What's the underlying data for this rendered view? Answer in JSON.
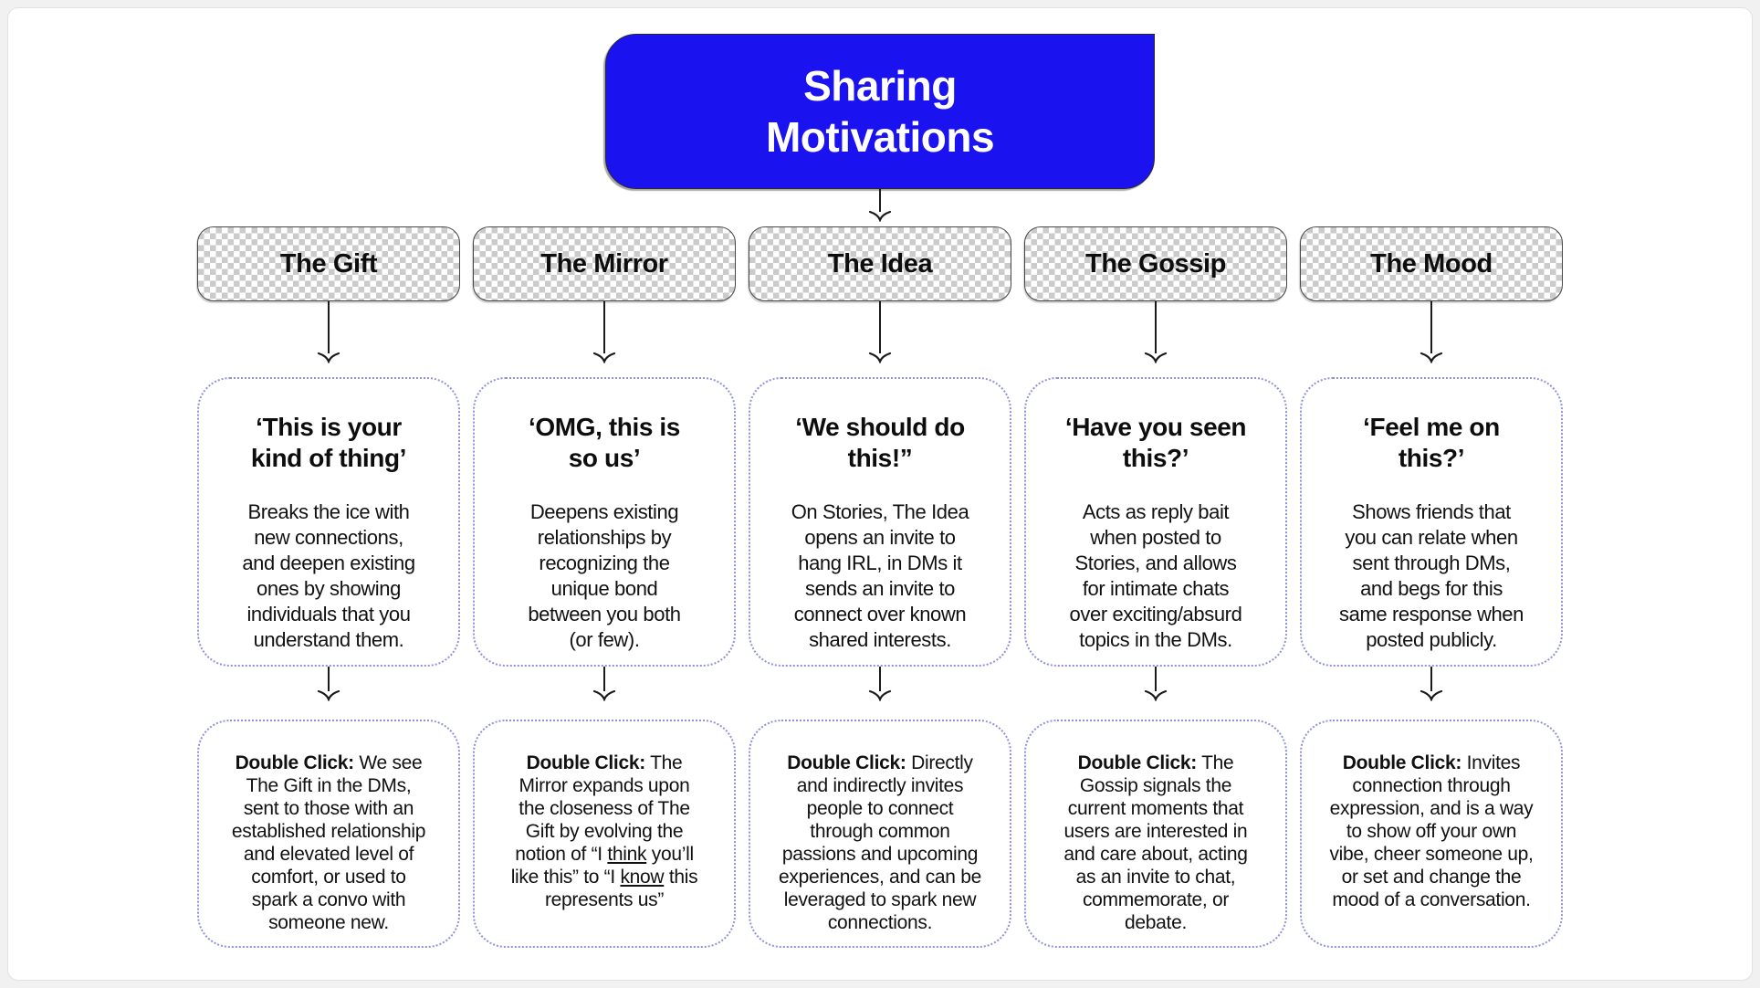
{
  "page": {
    "background": "#f1f1f1",
    "canvas_background": "#ffffff",
    "accent_blue": "#1b12f0",
    "dotted_border_color": "#9090db",
    "checker_color": "#cbcbcb",
    "arrow_color": "#1a1a1a"
  },
  "title": {
    "text": "Sharing\nMotivations"
  },
  "columns": [
    {
      "header": "The Gift",
      "quote_title": "‘This is your\nkind of thing’",
      "quote_body": "Breaks the ice with\nnew connections,\nand deepen existing\nones by showing\nindividuals that you\nunderstand them.",
      "detail": [
        {
          "t": "Double Click:",
          "b": true
        },
        {
          "t": " We see\nThe Gift in the DMs,\nsent to those with an\nestablished relationship\nand elevated level of\ncomfort, or used to\nspark a convo with\nsomeone new."
        }
      ]
    },
    {
      "header": "The Mirror",
      "quote_title": "‘OMG, this is\nso us’",
      "quote_body": "Deepens existing\nrelationships by\nrecognizing the\nunique bond\nbetween you both\n(or few).",
      "detail": [
        {
          "t": "Double Click:",
          "b": true
        },
        {
          "t": " The\nMirror expands upon\nthe closeness of The\nGift by evolving the\nnotion of “I "
        },
        {
          "t": "think",
          "u": true
        },
        {
          "t": " you’ll\nlike this” to “I "
        },
        {
          "t": "know",
          "u": true
        },
        {
          "t": " this\nrepresents us”"
        }
      ]
    },
    {
      "header": "The Idea",
      "quote_title": "‘We should do\nthis!”",
      "quote_body": "On Stories, The Idea\nopens an invite to\nhang IRL, in DMs it\nsends an invite to\nconnect over known\nshared interests.",
      "detail": [
        {
          "t": "Double Click:",
          "b": true
        },
        {
          "t": " Directly\nand indirectly invites\npeople to connect\nthrough common\npassions and upcoming\nexperiences, and can be\nleveraged to spark new\nconnections."
        }
      ]
    },
    {
      "header": "The Gossip",
      "quote_title": "‘Have you seen\nthis?’",
      "quote_body": "Acts as reply bait\nwhen posted to\nStories, and allows\nfor intimate chats\nover exciting/absurd\ntopics in the DMs.",
      "detail": [
        {
          "t": "Double Click:",
          "b": true
        },
        {
          "t": " The\nGossip signals the\ncurrent moments that\nusers are interested in\nand care about, acting\nas an invite to chat,\ncommemorate, or\ndebate."
        }
      ]
    },
    {
      "header": "The Mood",
      "quote_title": "‘Feel me on\nthis?’",
      "quote_body": "Shows friends that\nyou can relate when\nsent through DMs,\nand begs for this\nsame response when\nposted publicly.",
      "detail": [
        {
          "t": "Double Click:",
          "b": true
        },
        {
          "t": " Invites\nconnection through\nexpression, and is a way\nto show off your own\nvibe, cheer someone up,\nor set and change the\nmood of a conversation."
        }
      ]
    }
  ]
}
